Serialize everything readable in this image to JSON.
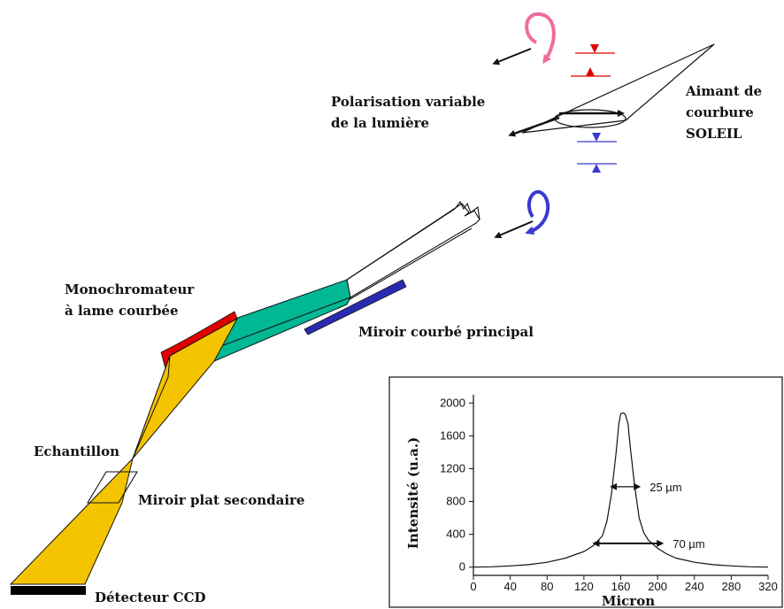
{
  "labels": {
    "polarisation_1": "Polarisation variable",
    "polarisation_2": "de la lumière",
    "aimant_1": "Aimant de",
    "aimant_2": "courbure",
    "aimant_3": "SOLEIL",
    "mono_1": "Monochromateur",
    "mono_2": "à lame courbée",
    "miroir_principal": "Miroir courbé principal",
    "echantillon": "Echantillon",
    "miroir_secondaire": "Miroir plat secondaire",
    "detecteur": "Détecteur CCD"
  },
  "colors": {
    "beam_yellow": "#F5C400",
    "beam_green": "#00B894",
    "mono_red": "#E00000",
    "mirror_blue": "#2A2AB0",
    "circ_pink": "#F06BA0",
    "circ_blue": "#3A3AD0",
    "marker_red": "#E00000",
    "marker_blue": "#3A3AD0"
  },
  "chart_data": {
    "type": "line",
    "xlabel": "Micron",
    "ylabel": "Intensité (u.a.)",
    "xlim": [
      0,
      320
    ],
    "ylim": [
      -100,
      2100
    ],
    "x_ticks": [
      0,
      40,
      80,
      120,
      160,
      200,
      240,
      280,
      320
    ],
    "y_ticks": [
      0,
      400,
      800,
      1200,
      1600,
      2000
    ],
    "x": [
      0,
      20,
      40,
      60,
      80,
      100,
      120,
      130,
      140,
      145,
      150,
      155,
      158,
      160,
      163,
      165,
      168,
      170,
      175,
      180,
      185,
      190,
      200,
      210,
      220,
      240,
      260,
      280,
      300,
      320
    ],
    "y": [
      0,
      5,
      15,
      30,
      60,
      110,
      190,
      260,
      380,
      560,
      900,
      1400,
      1750,
      1870,
      1880,
      1860,
      1740,
      1500,
      1000,
      600,
      420,
      330,
      230,
      160,
      110,
      60,
      30,
      15,
      5,
      0
    ],
    "annotations": [
      {
        "text": "25 µm",
        "x1": 152,
        "x2": 178,
        "y": 980
      },
      {
        "text": "70 µm",
        "x1": 133,
        "x2": 203,
        "y": 290
      }
    ]
  }
}
